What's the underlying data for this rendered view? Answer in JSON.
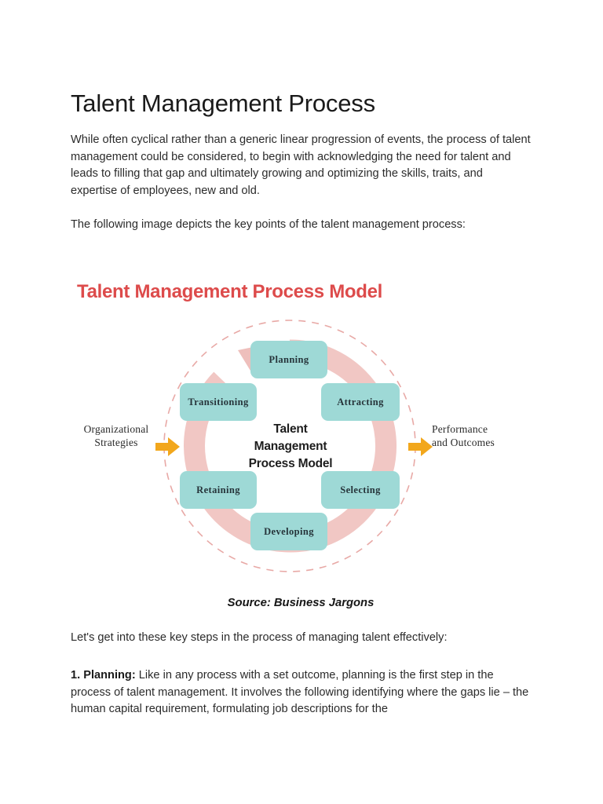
{
  "document": {
    "title": "Talent Management Process",
    "paragraphs": {
      "intro": "While often cyclical rather than a generic linear progression of events, the process of talent management could be considered, to begin with acknowledging the need for talent and leads to filling that gap and ultimately growing and optimizing the skills, traits, and expertise of employees, new and old.",
      "follow": "The following image depicts the key points of the talent management process:",
      "lets_get_into": "Let's get into these key steps in the process of managing talent effectively:"
    },
    "steps": [
      {
        "number_label": "1. Planning:",
        "body": " Like in any process with a set outcome, planning is the first step in the process of talent management. It involves the following identifying where the gaps lie – the human capital requirement, formulating job descriptions for the"
      }
    ]
  },
  "figure": {
    "title": "Talent Management Process Model",
    "center_lines": [
      "Talent",
      "Management",
      "Process Model"
    ],
    "nodes": [
      {
        "id": "planning",
        "label": "Planning"
      },
      {
        "id": "attracting",
        "label": "Attracting"
      },
      {
        "id": "selecting",
        "label": "Selecting"
      },
      {
        "id": "developing",
        "label": "Developing"
      },
      {
        "id": "retaining",
        "label": "Retaining"
      },
      {
        "id": "transitioning",
        "label": "Transitioning"
      }
    ],
    "input_label_line1": "Organizational",
    "input_label_line2": "Strategies",
    "output_label_line1": "Performance",
    "output_label_line2": "and Outcomes",
    "source_caption": "Source: Business Jargons",
    "colors": {
      "title": "#dd4b4b",
      "node_fill": "#9ed9d6",
      "node_text": "#26343a",
      "ring": "#f0c5c2",
      "dashed_circle": "#e8a9a6",
      "arrow": "#f2a71c",
      "center_text": "#1d1d1d"
    }
  }
}
